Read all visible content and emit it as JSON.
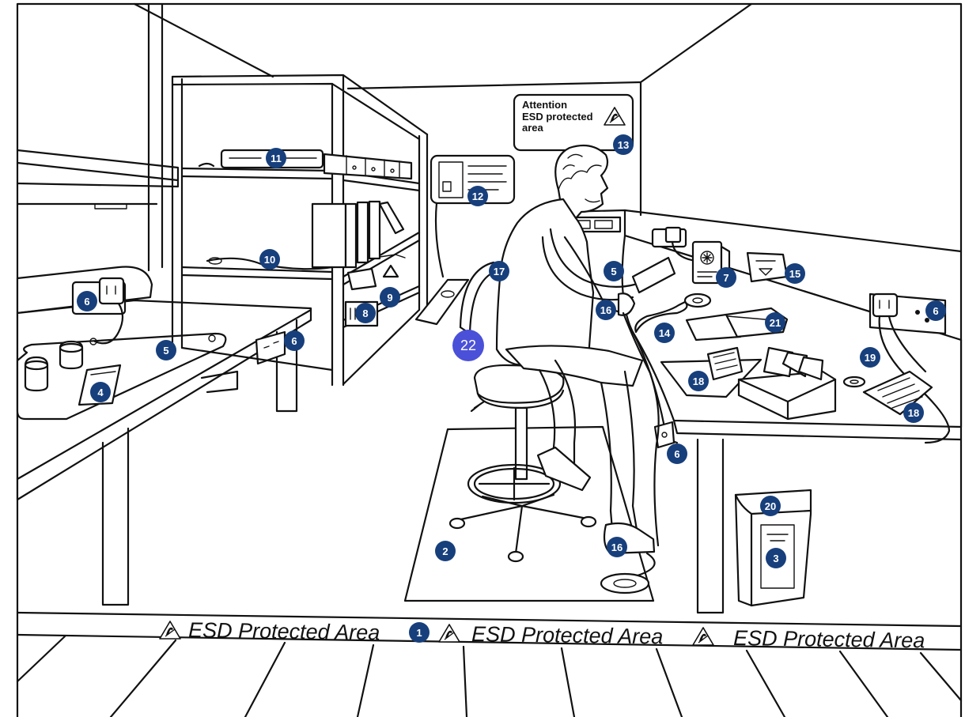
{
  "diagram": {
    "sign": {
      "line1": "Attention",
      "line2": "ESD protected",
      "line3": "area",
      "icon": "esd-warning-icon"
    },
    "floor_strip": {
      "labels": [
        "ESD Protected Area",
        "ESD Protected Area",
        "ESD Protected Area"
      ],
      "icon": "esd-warning-icon"
    },
    "callouts": [
      "1",
      "2",
      "3",
      "4",
      "5",
      "5",
      "6",
      "6",
      "6",
      "6",
      "7",
      "8",
      "9",
      "10",
      "11",
      "12",
      "13",
      "14",
      "15",
      "16",
      "16",
      "17",
      "18",
      "18",
      "19",
      "20",
      "21",
      "22"
    ]
  },
  "colors": {
    "line": "#111111",
    "background": "#ffffff",
    "callout": "#173f7c",
    "callout_highlight": "#4b50d8"
  }
}
